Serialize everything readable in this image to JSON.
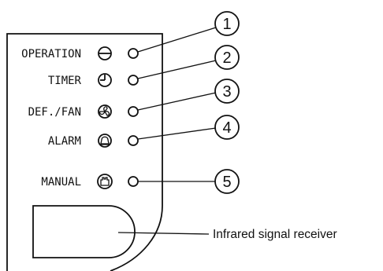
{
  "panel": {
    "indicators": [
      {
        "label": "OPERATION",
        "icon": "operation-icon",
        "number": "1"
      },
      {
        "label": "TIMER",
        "icon": "clock-icon",
        "number": "2"
      },
      {
        "label": "DEF./FAN",
        "icon": "fan-icon",
        "number": "3"
      },
      {
        "label": "ALARM",
        "icon": "bell-icon",
        "number": "4"
      },
      {
        "label": "MANUAL",
        "icon": "hand-icon",
        "number": "5"
      }
    ]
  },
  "receiver": {
    "caption": "Infrared signal receiver"
  }
}
